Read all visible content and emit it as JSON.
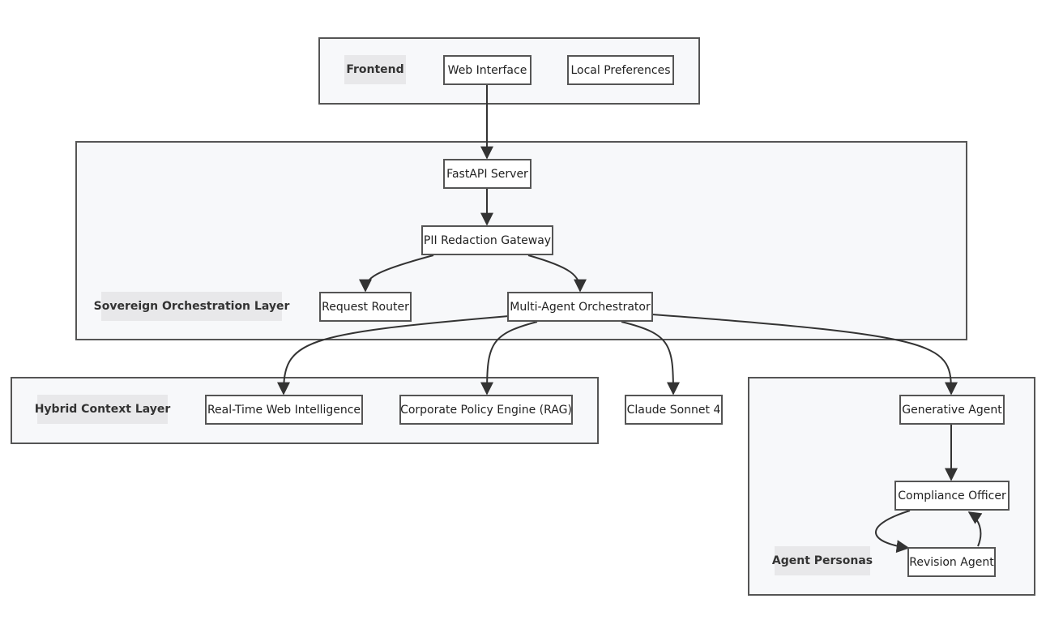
{
  "groups": {
    "frontend": "Frontend",
    "orchestration": "Sovereign Orchestration Layer",
    "context": "Hybrid Context Layer",
    "personas": "Agent Personas"
  },
  "nodes": {
    "web_interface": "Web Interface",
    "local_preferences": "Local Preferences",
    "fastapi_server": "FastAPI Server",
    "pii_gateway": "PII Redaction Gateway",
    "request_router": "Request Router",
    "orchestrator": "Multi-Agent Orchestrator",
    "web_intelligence": "Real-Time Web Intelligence",
    "policy_engine": "Corporate Policy Engine (RAG)",
    "claude": "Claude Sonnet 4",
    "generative_agent": "Generative Agent",
    "compliance_officer": "Compliance Officer",
    "revision_agent": "Revision Agent"
  },
  "colors": {
    "edge": "#333333",
    "node_border": "#555555",
    "group_fill": "#f7f8fa",
    "label_fill": "#e8e8ea"
  }
}
